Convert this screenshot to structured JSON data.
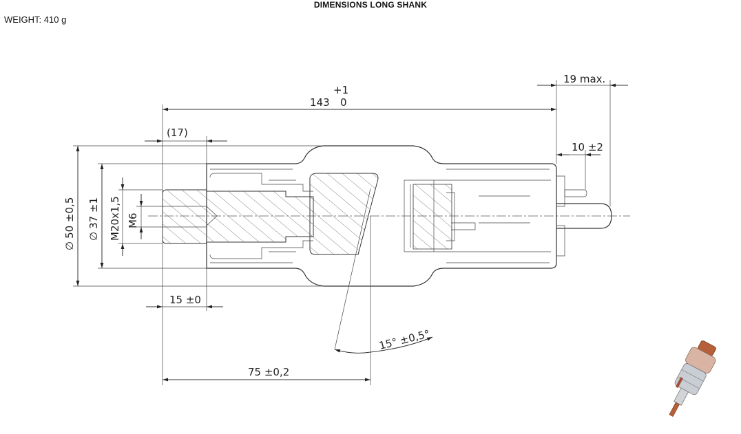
{
  "header": {
    "title": "DIMENSIONS LONG SHANK",
    "weight_label": "WEIGHT: 410 g"
  },
  "dimensions": {
    "overall_length": "143",
    "overall_tol_upper": "+1",
    "overall_tol_lower": "0",
    "max_tip": "19 max.",
    "ref_17": "(17)",
    "tip_10": "10 ±2",
    "dia_50": "50 ±0,5",
    "dia_37": "37 ±1",
    "thread_m20": "M20x1,5",
    "thread_m6": "M6",
    "len_15": "15 ±0",
    "angle": "15° ±0,5°",
    "len_75": "75 ±0,2",
    "dia_symbol": "∅"
  },
  "colors": {
    "line": "#333333",
    "hatch": "#555555",
    "thumb_copper": "#b5603a",
    "thumb_ceramic": "#c9cdd4"
  }
}
